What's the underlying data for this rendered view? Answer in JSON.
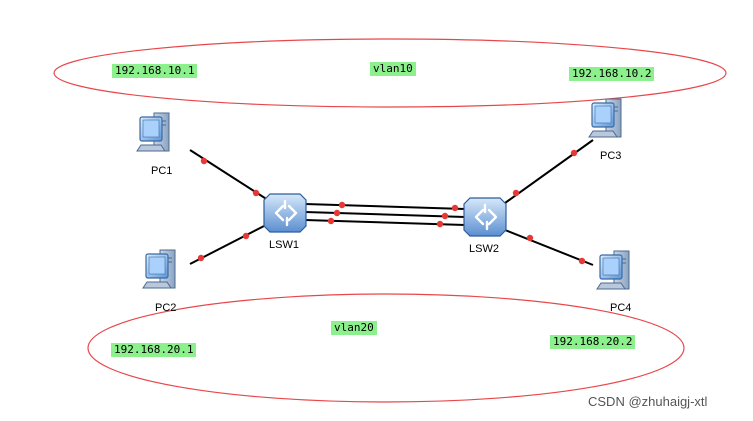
{
  "zones": {
    "vlan10": {
      "name": "vlan10",
      "left_ip": "192.168.10.1",
      "right_ip": "192.168.10.2"
    },
    "vlan20": {
      "name": "vlan20",
      "left_ip": "192.168.20.1",
      "right_ip": "192.168.20.2"
    }
  },
  "devices": {
    "pc1": "PC1",
    "pc2": "PC2",
    "pc3": "PC3",
    "pc4": "PC4",
    "lsw1": "LSW1",
    "lsw2": "LSW2"
  },
  "watermark": "CSDN @zhuhaigj-xtl",
  "colors": {
    "zone_outline": "#e8474a",
    "tag_background": "#8cf08c",
    "link": "#000000",
    "port_dot": "#e53935",
    "device_blue": "#6a9fd8"
  }
}
